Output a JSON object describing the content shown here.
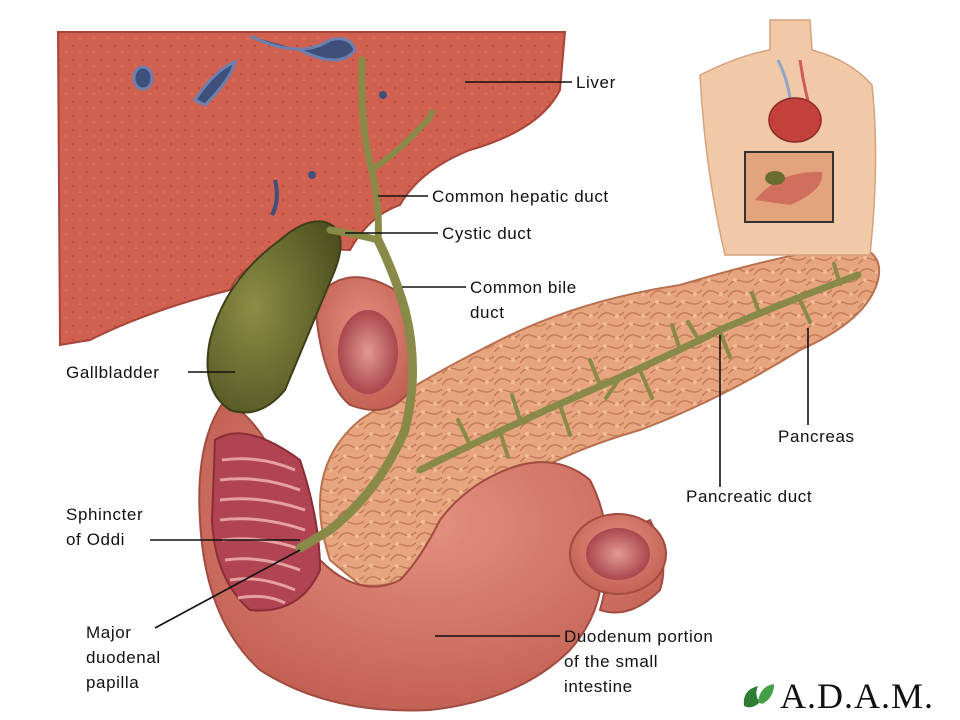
{
  "labels": {
    "liver": "Liver",
    "common_hepatic_duct": "Common hepatic duct",
    "cystic_duct": "Cystic duct",
    "common_bile_duct": "Common bile\nduct",
    "gallbladder": "Gallbladder",
    "pancreas": "Pancreas",
    "pancreatic_duct": "Pancreatic duct",
    "sphincter_of_oddi": "Sphincter\nof Oddi",
    "major_duodenal_papilla": "Major\nduodenal\npapilla",
    "duodenum": "Duodenum portion\nof the small\nintestine"
  },
  "logo": {
    "text": "A.D.A.M.",
    "mark": "leaf-logo-icon"
  },
  "colors": {
    "liver": "#d0604f",
    "gallbladder": "#6b6d30",
    "pancreas": "#e3a37c",
    "duodenum": "#d9786a",
    "lumen": "#b8414a",
    "duct": "#8a8a48",
    "skin": "#f2c9a6",
    "label_text": "#111111"
  }
}
